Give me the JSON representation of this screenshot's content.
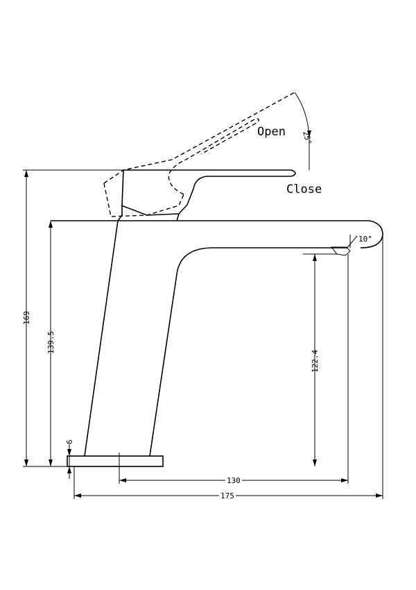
{
  "labels": {
    "open": "Open",
    "close": "Close"
  },
  "angles": {
    "lever": "25°",
    "spout": "10°"
  },
  "dimensions": {
    "total_height": "169",
    "body_height": "139.5",
    "outlet_height": "122.4",
    "base_thickness": "6",
    "reach": "130",
    "total_length": "175"
  }
}
